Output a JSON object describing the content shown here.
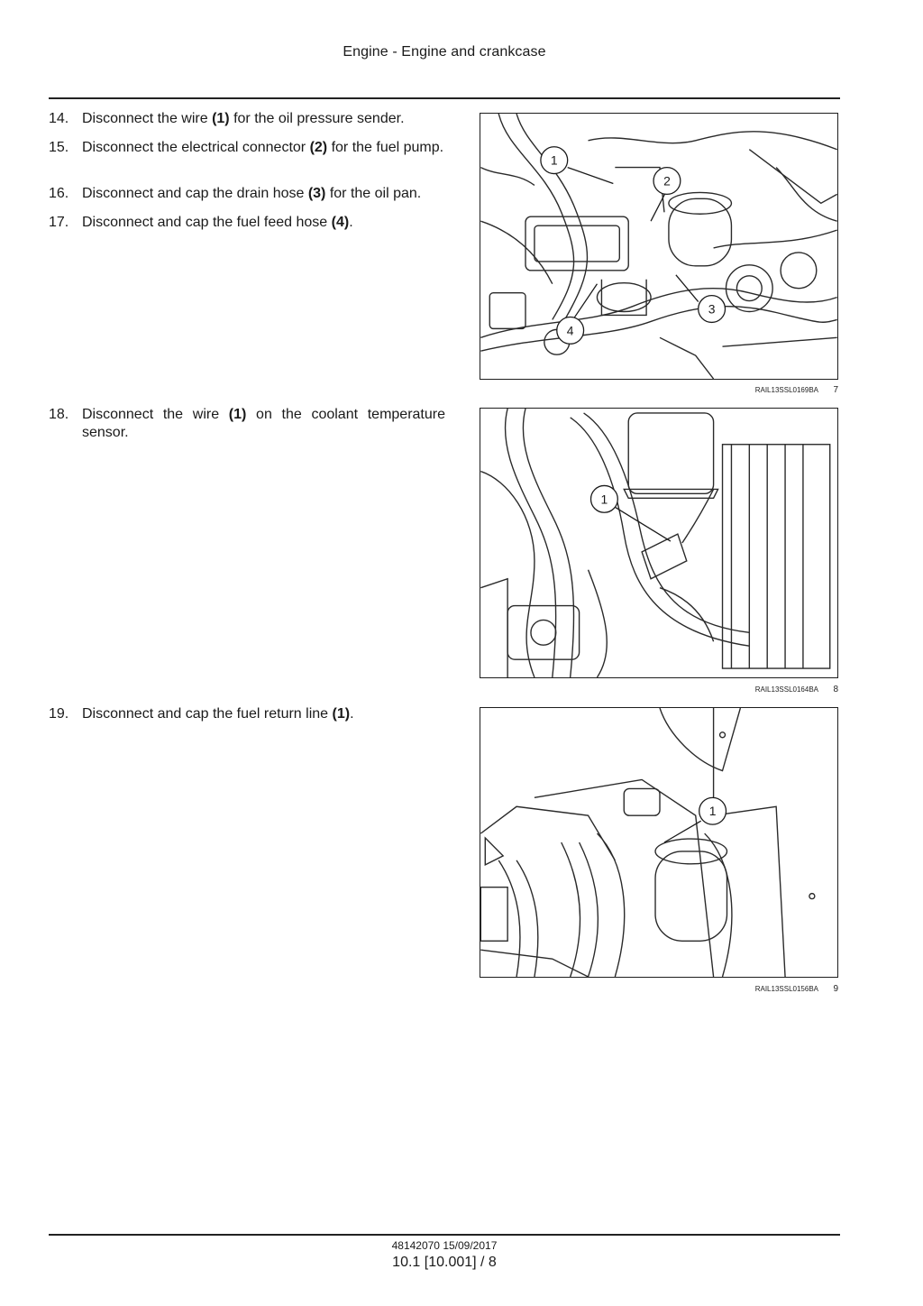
{
  "header": {
    "title": "Engine - Engine and crankcase"
  },
  "steps": [
    {
      "num": "14.",
      "pre": "Disconnect the wire ",
      "ref": "(1)",
      "post": " for the oil pressure sender."
    },
    {
      "num": "15.",
      "pre": "Disconnect the electrical connector ",
      "ref": "(2)",
      "post": " for the fuel pump."
    },
    {
      "num": "16.",
      "pre": "Disconnect and cap the drain hose ",
      "ref": "(3)",
      "post": " for the oil pan."
    },
    {
      "num": "17.",
      "pre": "Disconnect and cap the fuel feed hose ",
      "ref": "(4)",
      "post": "."
    },
    {
      "num": "18.",
      "pre": "Disconnect the wire ",
      "ref": "(1)",
      "post": " on the coolant temperature sensor."
    },
    {
      "num": "19.",
      "pre": "Disconnect and cap the fuel return line ",
      "ref": "(1)",
      "post": "."
    }
  ],
  "figures": [
    {
      "code": "RAIL13SSL0169BA",
      "number": "7",
      "callouts": [
        "1",
        "2",
        "3",
        "4"
      ]
    },
    {
      "code": "RAIL13SSL0164BA",
      "number": "8",
      "callouts": [
        "1"
      ]
    },
    {
      "code": "RAIL13SSL0156BA",
      "number": "9",
      "callouts": [
        "1"
      ]
    }
  ],
  "footer": {
    "doc": "48142070 15/09/2017",
    "page": "10.1 [10.001] / 8"
  }
}
